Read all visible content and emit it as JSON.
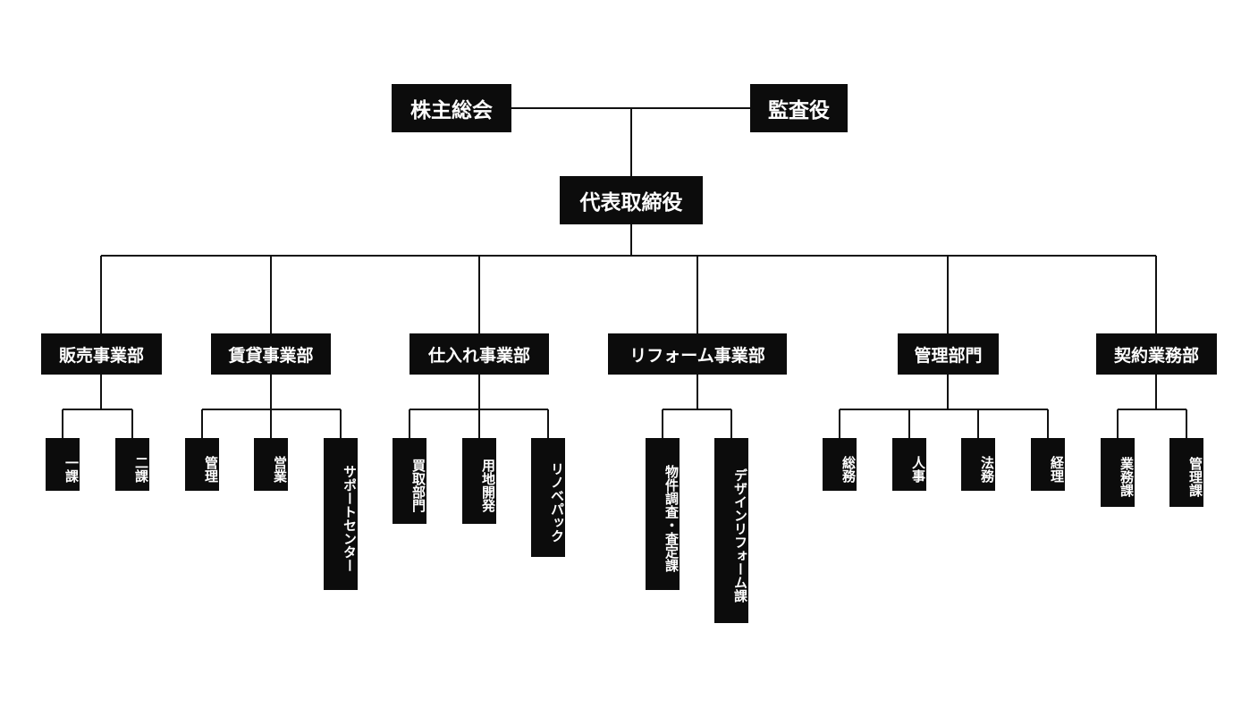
{
  "top": {
    "shareholders": "株主総会",
    "auditor": "監査役",
    "ceo": "代表取締役"
  },
  "departments": [
    {
      "name": "販売事業部",
      "units": [
        "一課",
        "二課"
      ]
    },
    {
      "name": "賃貸事業部",
      "units": [
        "管理",
        "営業",
        "サポートセンター"
      ]
    },
    {
      "name": "仕入れ事業部",
      "units": [
        "買取部門",
        "用地開発",
        "リノベパック"
      ]
    },
    {
      "name": "リフォーム事業部",
      "units": [
        "物件調査・査定課",
        "デザインリフォーム課"
      ]
    },
    {
      "name": "管理部門",
      "units": [
        "総務",
        "人事",
        "法務",
        "経理"
      ]
    },
    {
      "name": "契約業務部",
      "units": [
        "業務課",
        "管理課"
      ]
    }
  ]
}
